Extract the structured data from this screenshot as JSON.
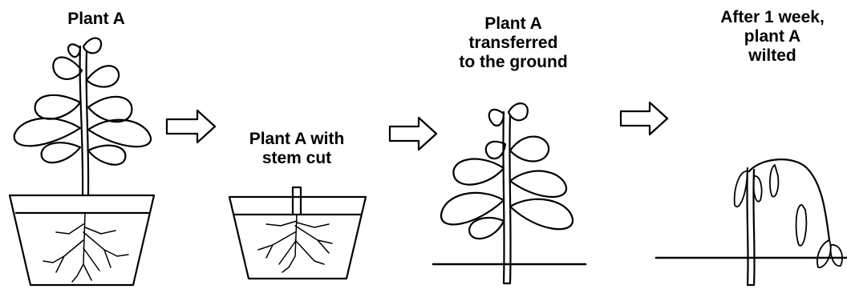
{
  "stages": [
    {
      "id": "plant-a",
      "lines": [
        "Plant A"
      ]
    },
    {
      "id": "stem-cut",
      "lines": [
        "Plant A with",
        "stem cut"
      ]
    },
    {
      "id": "transferred",
      "lines": [
        "Plant A",
        "transferred",
        "to the ground"
      ]
    },
    {
      "id": "wilted",
      "lines": [
        "After 1 week,",
        "plant A",
        "wilted"
      ]
    }
  ],
  "colors": {
    "ink": "#000000",
    "background": "#ffffff"
  }
}
